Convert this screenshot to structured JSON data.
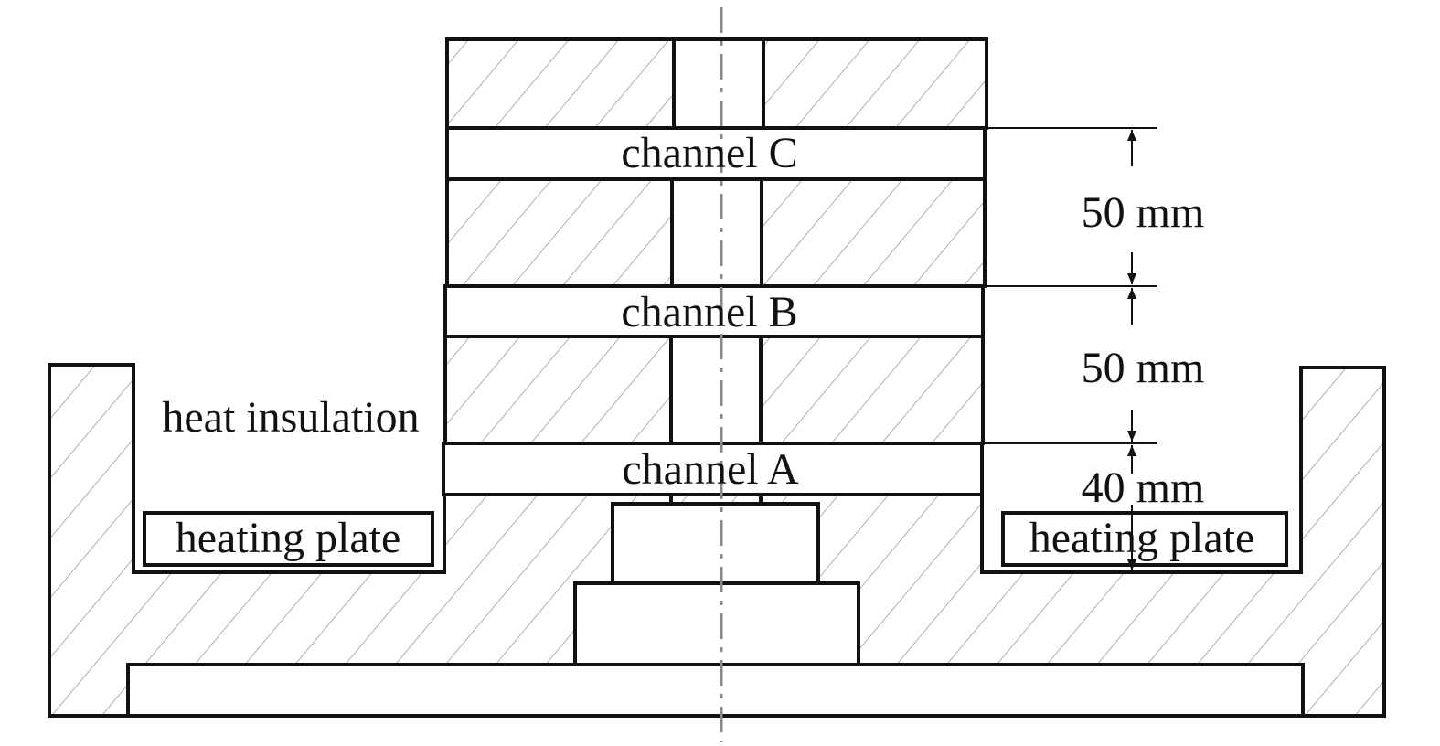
{
  "labels": {
    "channel_c": "channel C",
    "channel_b": "channel B",
    "channel_a": "channel A",
    "heat_insulation": "heat insulation",
    "heating_plate_left": "heating plate",
    "heating_plate_right": "heating plate"
  },
  "dimensions": {
    "c_to_b": "50 mm",
    "b_to_a": "50 mm",
    "a_to_plate": "40 mm"
  },
  "colors": {
    "line": "#111111",
    "hatch": "#9a9a9a",
    "centerline": "#888888",
    "background": "#ffffff"
  }
}
